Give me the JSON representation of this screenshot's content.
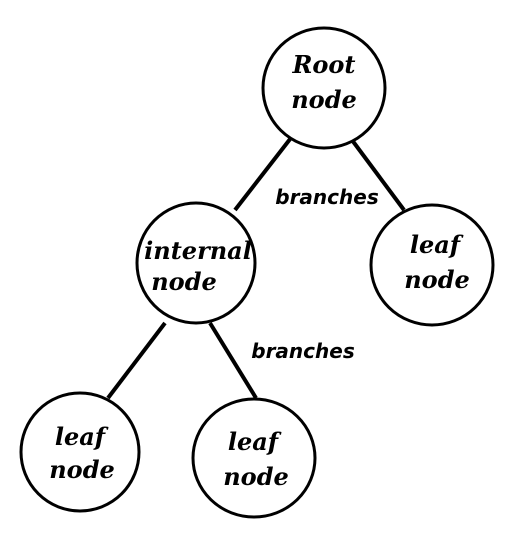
{
  "nodes": {
    "root": {
      "line1": "Root",
      "line2": "node"
    },
    "internal": {
      "line1": "internal",
      "line2": "node"
    },
    "leaf_right": {
      "line1": "leaf",
      "line2": "node"
    },
    "leaf_bottom_left": {
      "line1": "leaf",
      "line2": "node"
    },
    "leaf_bottom_right": {
      "line1": "leaf",
      "line2": "node"
    }
  },
  "branch_labels": {
    "upper": "branches",
    "lower": "branches"
  }
}
